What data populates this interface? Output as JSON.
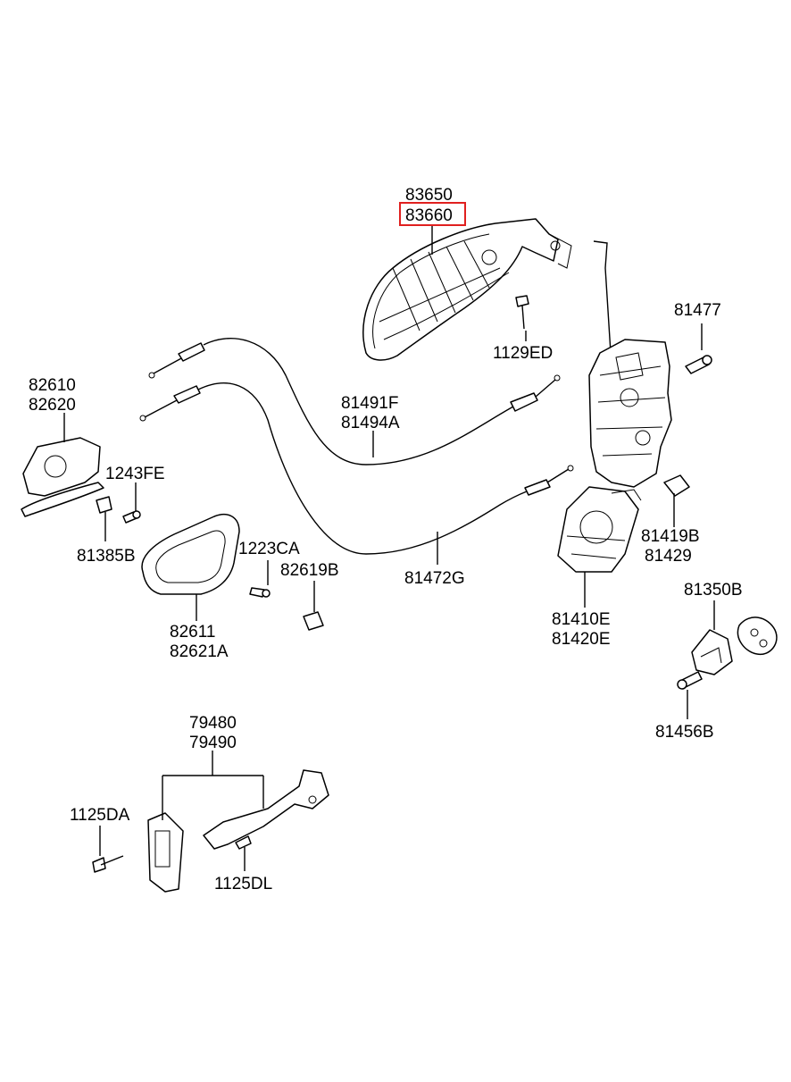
{
  "highlight_color": "#e0201f",
  "parts": {
    "p83650": "83650",
    "p83660": "83660",
    "p1129ED": "1129ED",
    "p81477": "81477",
    "p82610": "82610",
    "p82620": "82620",
    "p81491F": "81491F",
    "p81494A": "81494A",
    "p1243FE": "1243FE",
    "p81385B": "81385B",
    "p1223CA": "1223CA",
    "p82619B": "82619B",
    "p81472G": "81472G",
    "p81419B": "81419B",
    "p81429": "81429",
    "p82611": "82611",
    "p82621A": "82621A",
    "p81410E": "81410E",
    "p81420E": "81420E",
    "p81350B": "81350B",
    "p81456B": "81456B",
    "p79480": "79480",
    "p79490": "79490",
    "p1125DA": "1125DA",
    "p1125DL": "1125DL"
  }
}
